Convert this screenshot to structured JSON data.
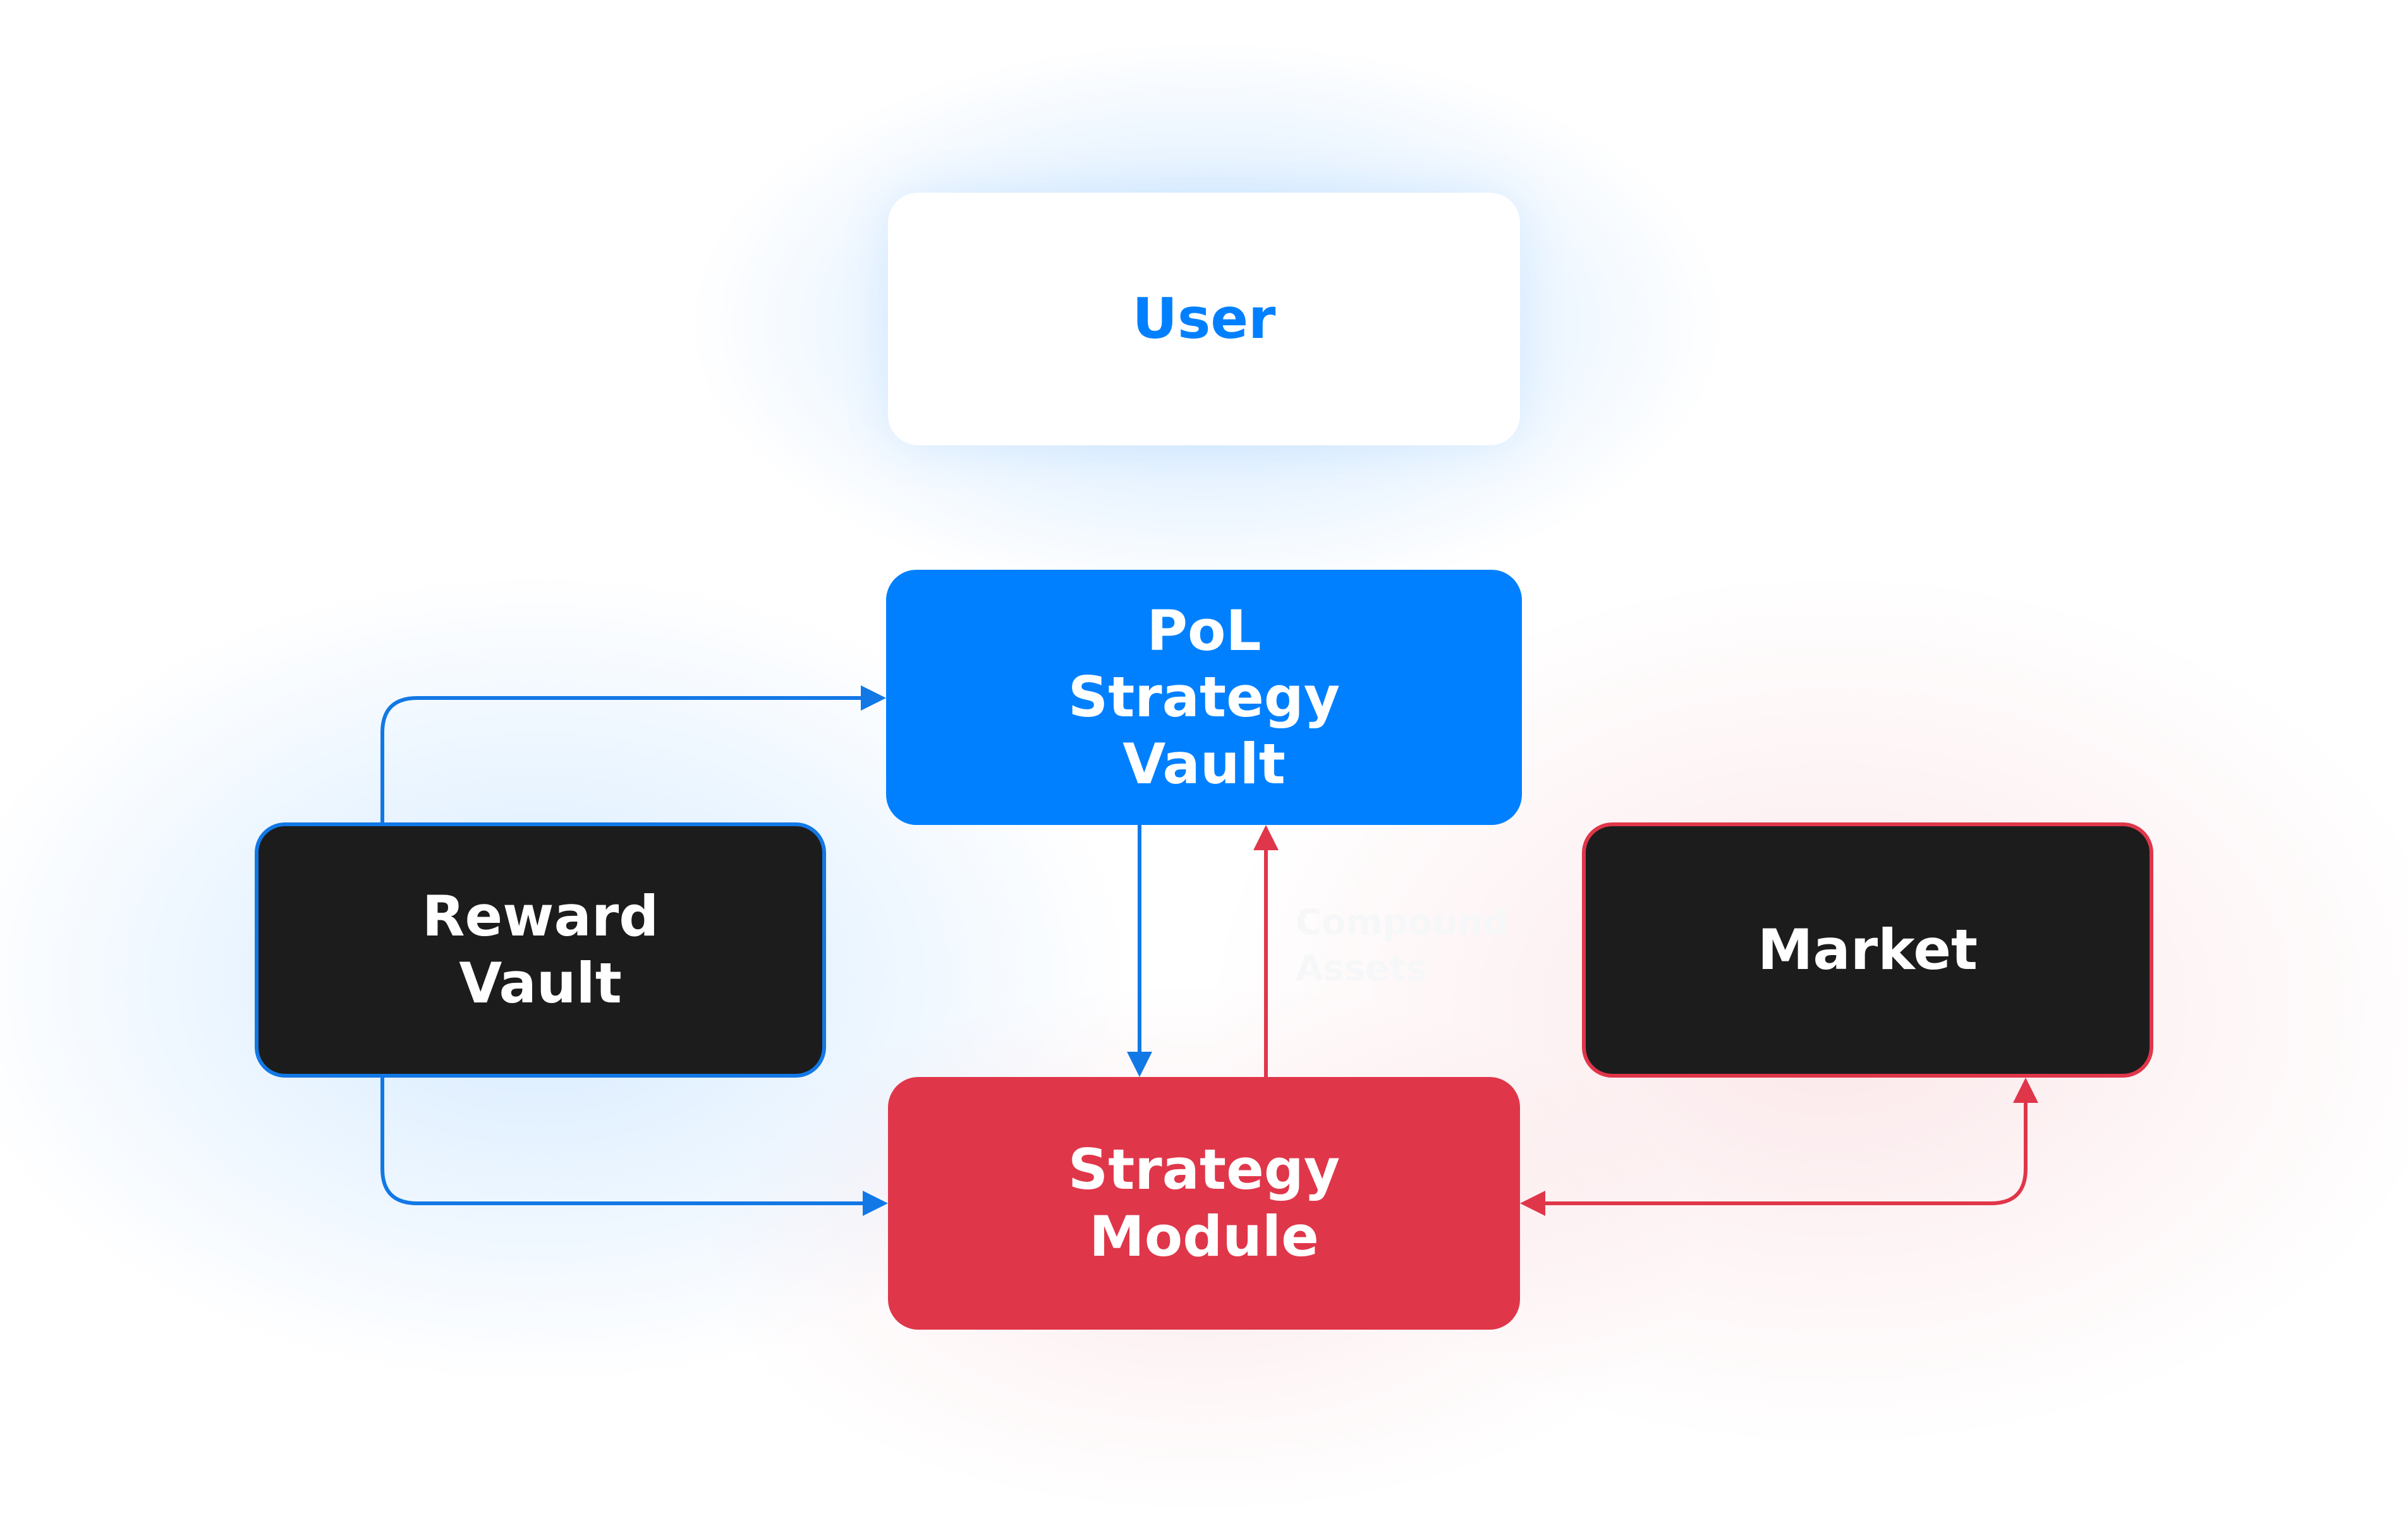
{
  "diagram": {
    "nodes": {
      "user": {
        "label": "User"
      },
      "pol_vault": {
        "label": "PoL\nStrategy\nVault"
      },
      "reward_vault": {
        "label": "Reward\nVault"
      },
      "market": {
        "label": "Market"
      },
      "strategy_module": {
        "label": "Strategy\nModule"
      }
    },
    "edge_labels": {
      "compound": "Compound\nAssets"
    },
    "colors": {
      "blue": "#0080ff",
      "red": "#e0364a",
      "dark": "#1c1c1c",
      "white": "#ffffff"
    }
  }
}
